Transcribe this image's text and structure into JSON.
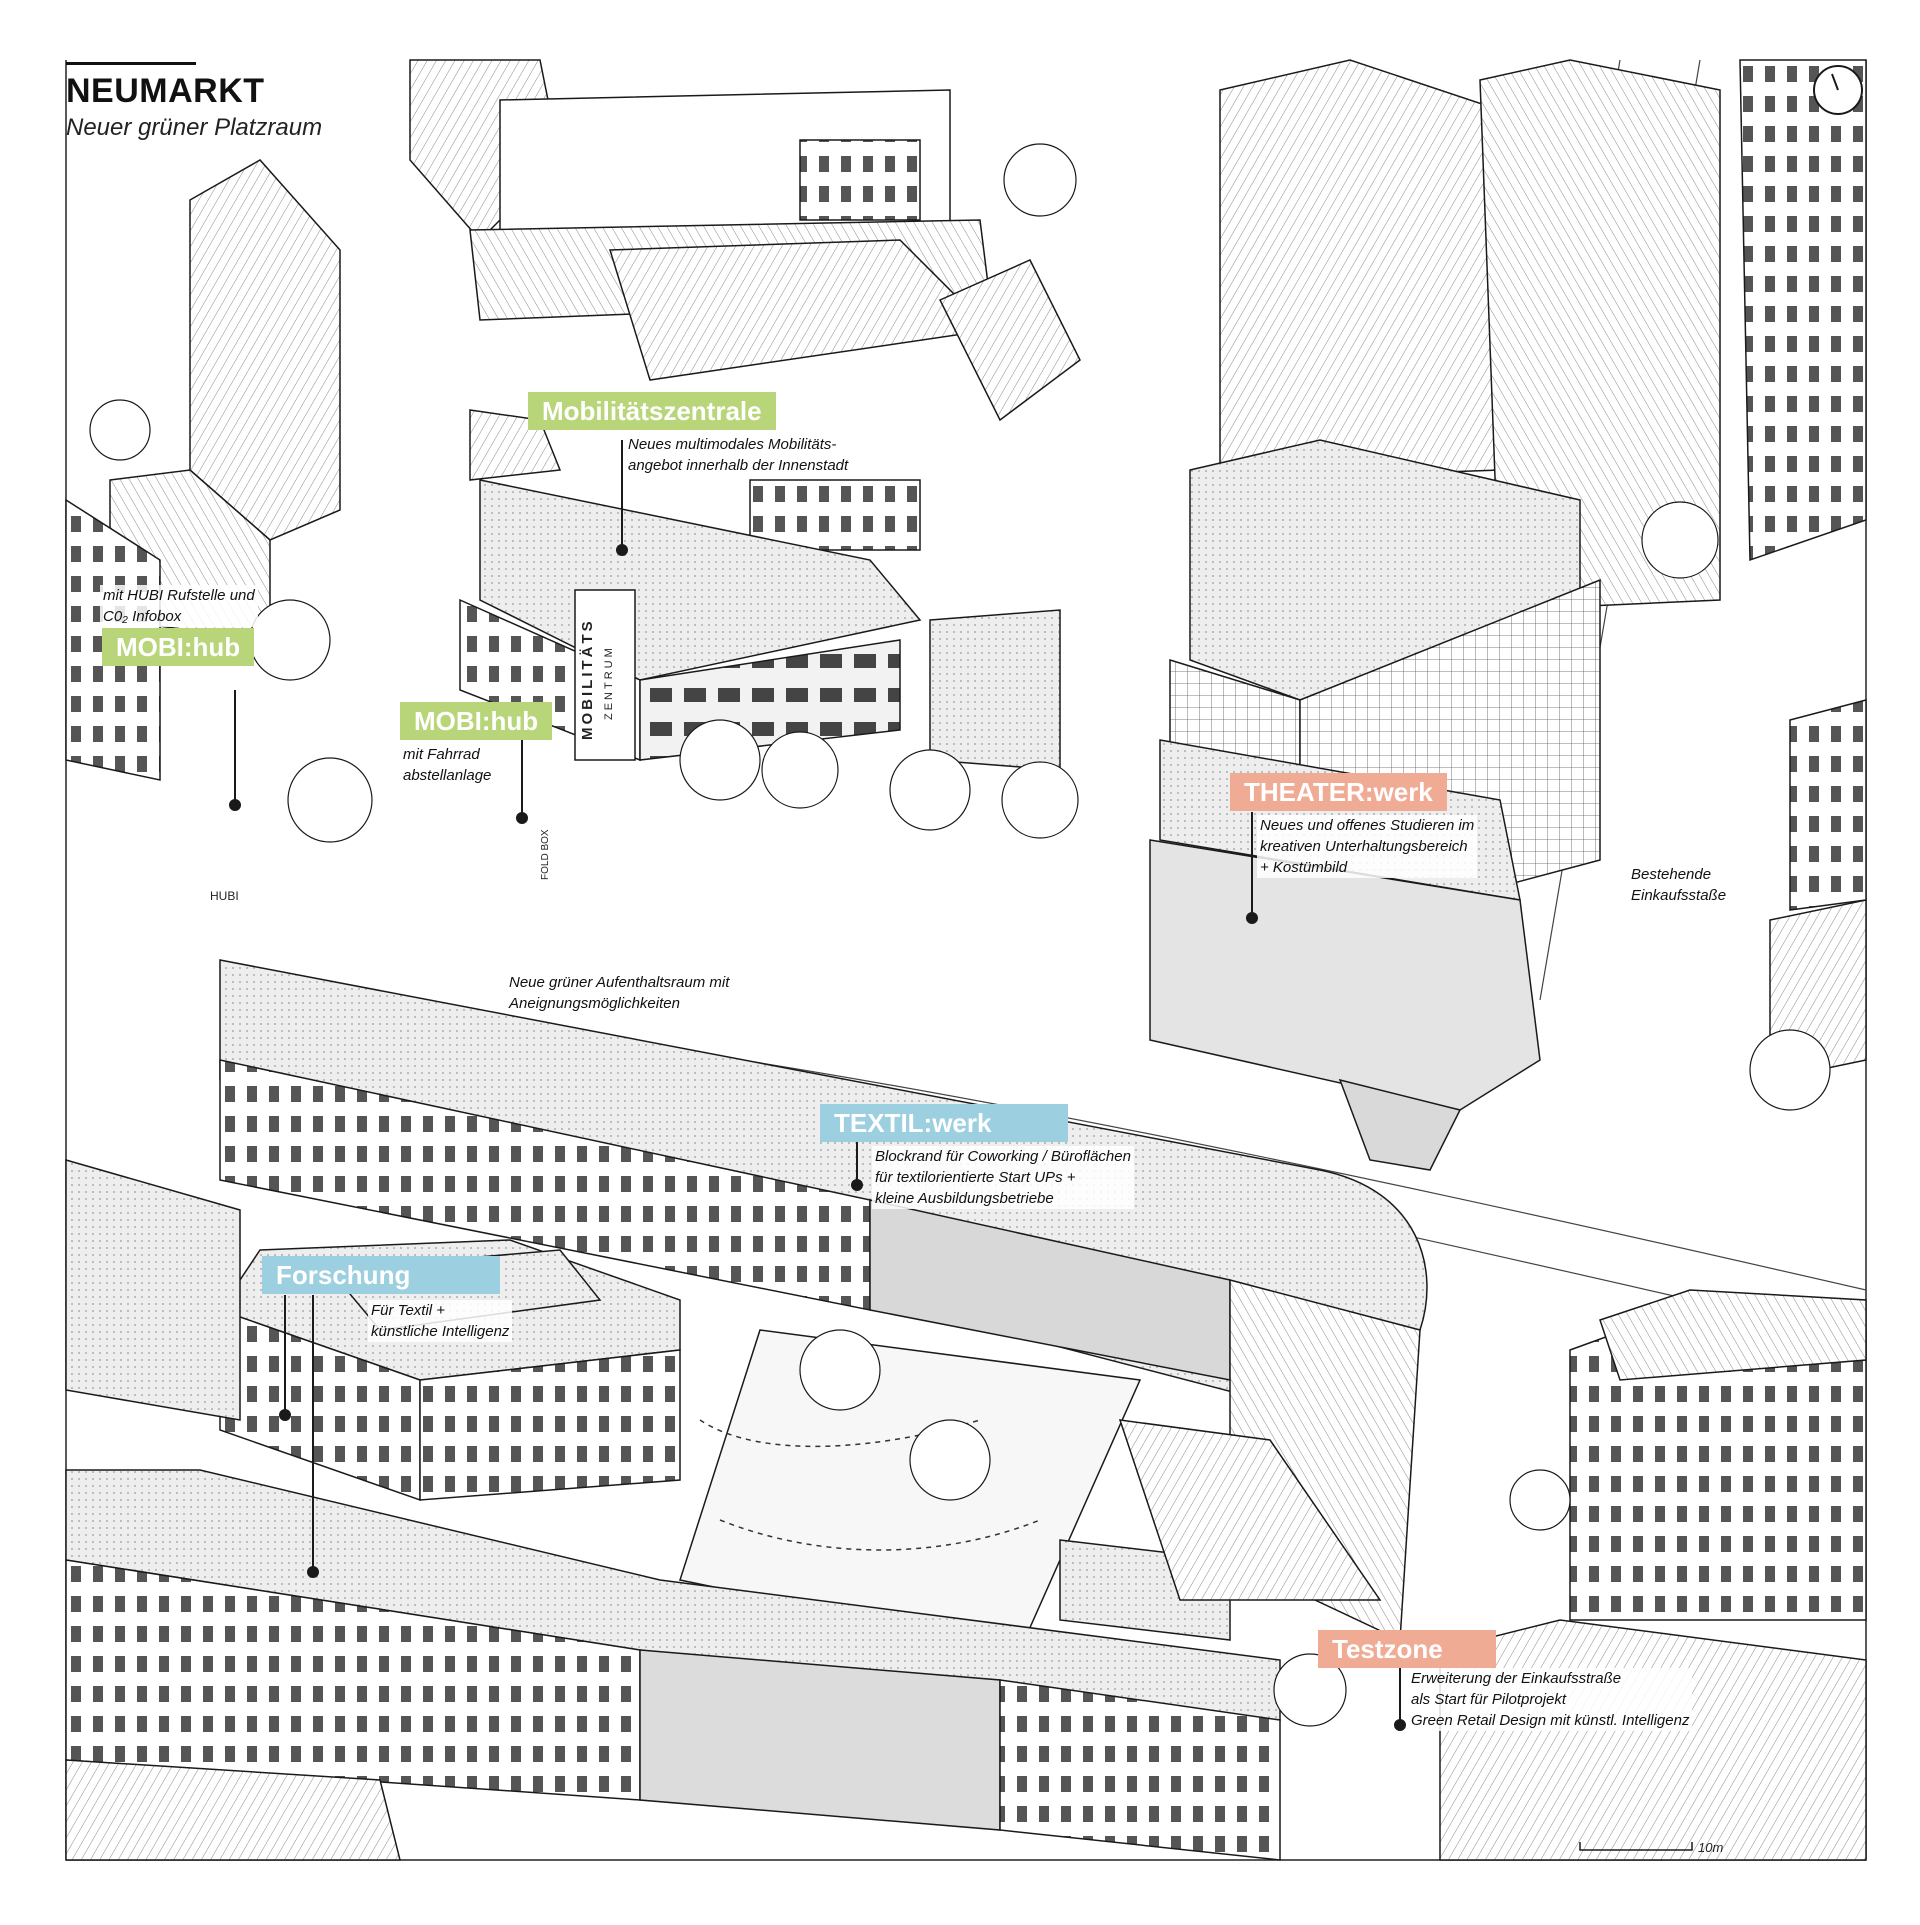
{
  "header": {
    "title": "NEUMARKT",
    "subtitle": "Neuer grüner Platzraum"
  },
  "labels": {
    "mobilitaetszentrale": {
      "tag": "Mobilitätszentrale",
      "lines": [
        "Neues multimodales Mobilitäts-",
        "angebot innerhalb der Innenstadt"
      ]
    },
    "mobi_hub_1": {
      "tag": "MOBI:hub",
      "lines": [
        "mit HUBI Rufstelle und",
        "C0₂ Infobox"
      ]
    },
    "mobi_hub_2": {
      "tag": "MOBI:hub",
      "lines": [
        "mit Fahrrad",
        "abstellanlage"
      ]
    },
    "theater_werk": {
      "tag": "THEATER:werk",
      "lines": [
        "Neues und offenes Studieren im",
        "kreativen Unterhaltungsbereich",
        "+ Kostümbild"
      ]
    },
    "einkaufsstrasse": {
      "lines": [
        "Bestehende",
        "Einkaufsstaße"
      ]
    },
    "aufenthaltsraum": {
      "lines": [
        "Neue grüner Aufenthaltsraum mit",
        "Aneignungsmöglichkeiten"
      ]
    },
    "textil_werk": {
      "tag": "TEXTIL:werk",
      "lines": [
        "Blockrand für Coworking / Büroflächen",
        "für textilorientierte Start UPs +",
        "kleine Ausbildungsbetriebe"
      ]
    },
    "forschung": {
      "tag": "Forschung",
      "lines": [
        "Für Textil +",
        "künstliche Intelligenz"
      ]
    },
    "testzone": {
      "tag": "Testzone",
      "lines": [
        "Erweiterung der Einkaufsstraße",
        "als Start für Pilotprojekt",
        "Green Retail Design mit künstl. Intelligenz"
      ]
    }
  },
  "drawing_text": {
    "building_sign": "MOBILITÄTS",
    "building_sign_sub": "ZENTRUM",
    "hubi_sign": "HUBI",
    "fold_box": "FOLD BOX"
  },
  "scale_bar": "10m",
  "colors": {
    "green": "#b9d57a",
    "blue": "#9ccfe0",
    "salmon": "#f0ab95",
    "line": "#1a1a1a",
    "roof": "#e9e9e9"
  }
}
